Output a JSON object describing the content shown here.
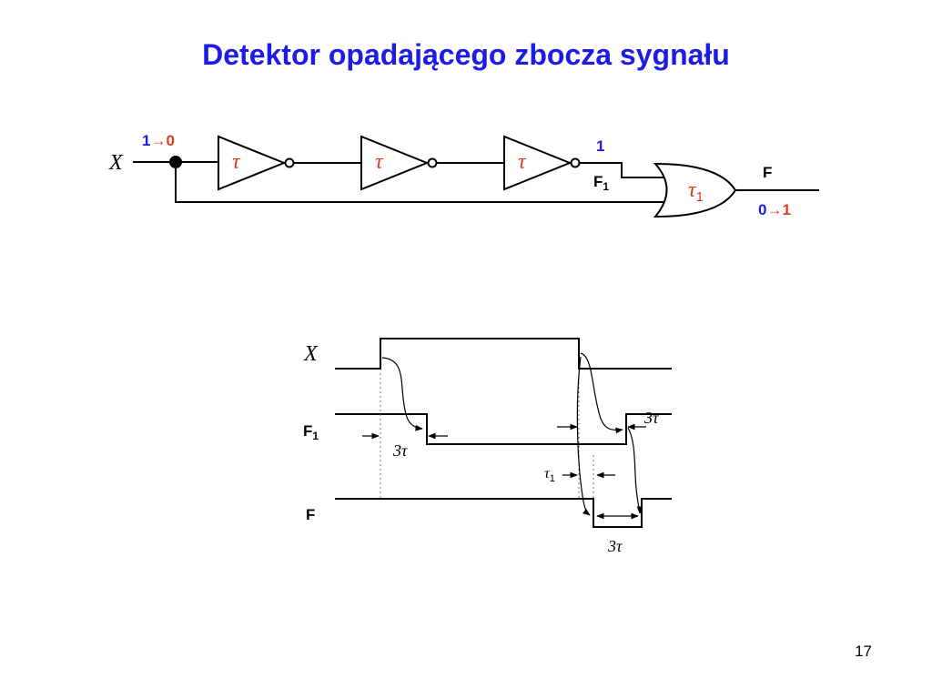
{
  "slide": {
    "title": "Detektor opadającego zbocza sygnału",
    "page_number": "17"
  },
  "circuit": {
    "input_label": "X",
    "input_transition": {
      "from": "1",
      "arrow": "→",
      "to": "0"
    },
    "inverter_labels": [
      "τ",
      "τ",
      "τ"
    ],
    "f1_value": "1",
    "f1_label": "F",
    "f1_sub": "1",
    "or_gate_label": "τ",
    "or_gate_sub": "1",
    "output_label": "F",
    "output_transition": {
      "from": "0",
      "arrow": "→",
      "to": "1"
    }
  },
  "timing": {
    "x_label": "X",
    "f1_label": "F",
    "f1_sub": "1",
    "f_label": "F",
    "delay_f1_fall": "3τ",
    "delay_f1_rise": "3τ",
    "delay_tau1": "τ",
    "delay_tau1_sub": "1",
    "pulse_width": "3τ"
  },
  "colors": {
    "title": "#1c1ce6",
    "blue": "#1c1ce6",
    "red": "#e03c1c",
    "ink": "#000000"
  }
}
